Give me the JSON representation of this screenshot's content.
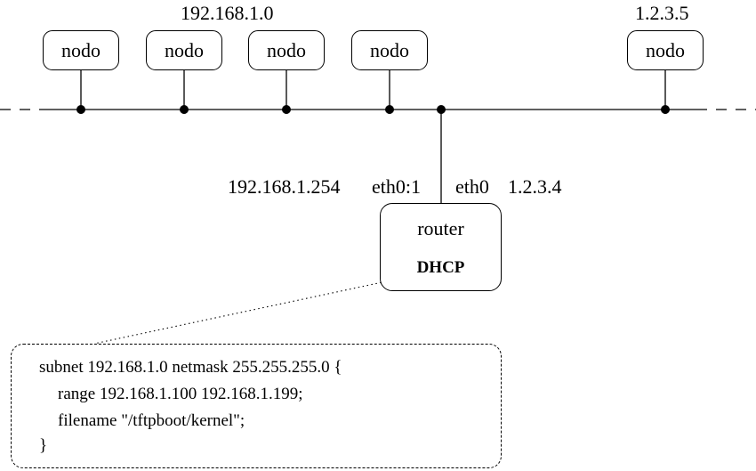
{
  "network": {
    "subnet_label": "192.168.1.0",
    "remote_label": "1.2.3.5",
    "nodes": [
      {
        "label": "nodo"
      },
      {
        "label": "nodo"
      },
      {
        "label": "nodo"
      },
      {
        "label": "nodo"
      },
      {
        "label": "nodo"
      }
    ]
  },
  "router": {
    "label": "router",
    "service": "DHCP",
    "alias_ip": "192.168.1.254",
    "alias_iface": "eth0:1",
    "iface": "eth0",
    "iface_ip": "1.2.3.4"
  },
  "config": {
    "lines": [
      "subnet 192.168.1.0 netmask 255.255.255.0 {",
      "range 192.168.1.100 192.168.1.199;",
      "filename \"/tftpboot/kernel\";",
      "}"
    ]
  },
  "colors": {
    "stroke": "#000000",
    "background": "#ffffff"
  }
}
